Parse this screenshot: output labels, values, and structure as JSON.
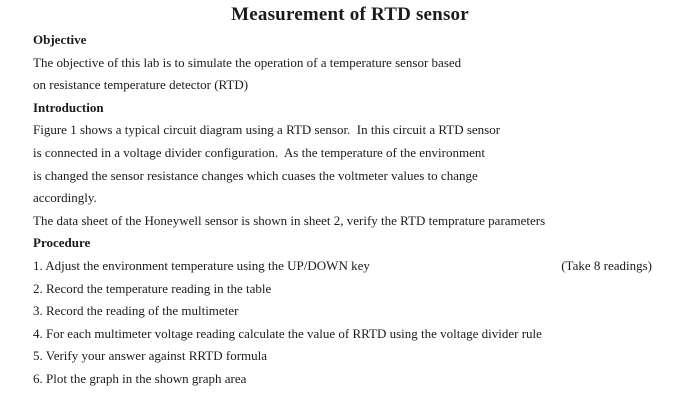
{
  "document": {
    "title": "Measurement of RTD sensor",
    "text_color": "#1b1b1b",
    "background_color": "#ffffff",
    "objective": {
      "heading": "Objective",
      "lines": [
        "The objective of this lab is to simulate the operation of a temperature sensor based",
        "on resistance temperature detector (RTD)"
      ]
    },
    "introduction": {
      "heading": "Introduction",
      "lines": [
        "Figure 1 shows a typical circuit diagram using a RTD sensor.  In this circuit a RTD sensor",
        "is connected in a voltage divider configuration.  As the temperature of the environment",
        "is changed the sensor resistance changes which cuases the voltmeter values to change",
        "accordingly.",
        "The data sheet of the Honeywell sensor is shown in sheet 2, verify the RTD temprature parameters"
      ]
    },
    "procedure": {
      "heading": "Procedure",
      "steps": [
        "1. Adjust the environment temperature using the UP/DOWN key",
        "2. Record the temperature reading in the table",
        "3. Record the reading of the multimeter",
        "4. For each multimeter voltage reading calculate the value of RRTD using the voltage divider rule",
        "5. Verify your answer against RRTD formula",
        "6. Plot the graph in the shown graph area"
      ],
      "note": "(Take 8 readings)"
    }
  }
}
